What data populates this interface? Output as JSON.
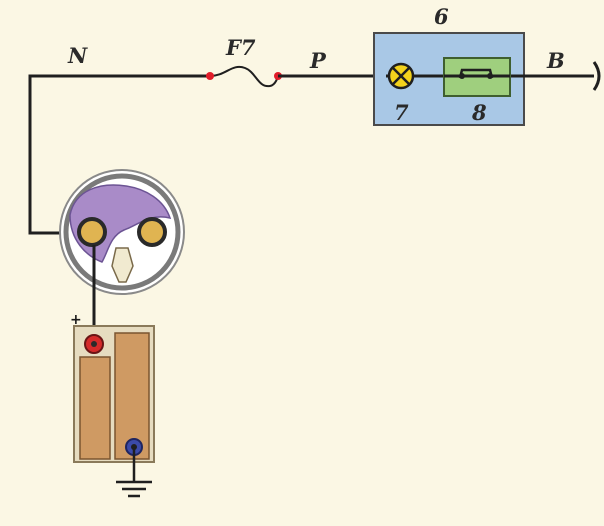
{
  "labels": {
    "wire_n": "N",
    "fuse": "F7",
    "wire_p": "P",
    "module": "6",
    "lamp": "7",
    "switch": "8",
    "wire_b": "B",
    "battery_positive": "+"
  },
  "colors": {
    "background": "#fbf7e4",
    "wire": "#1f1f1f",
    "module_fill": "#a9c8e6",
    "switch_fill": "#9fcf7e",
    "lamp_fill": "#f3d21c",
    "fuse_terminal": "#e11d2a",
    "battery_fill": "#cf9a63",
    "switch_body": "#a98bc8",
    "positive_terminal": "#d42a2a",
    "negative_terminal": "#3b4aa8"
  },
  "icons": {
    "fuse": "fuse-icon",
    "lamp": "lamp-icon",
    "switch": "switch-contact-icon",
    "ignition": "ignition-switch-icon",
    "battery": "battery-icon",
    "ground": "ground-icon",
    "end_terminal": "terminal-end-icon"
  }
}
